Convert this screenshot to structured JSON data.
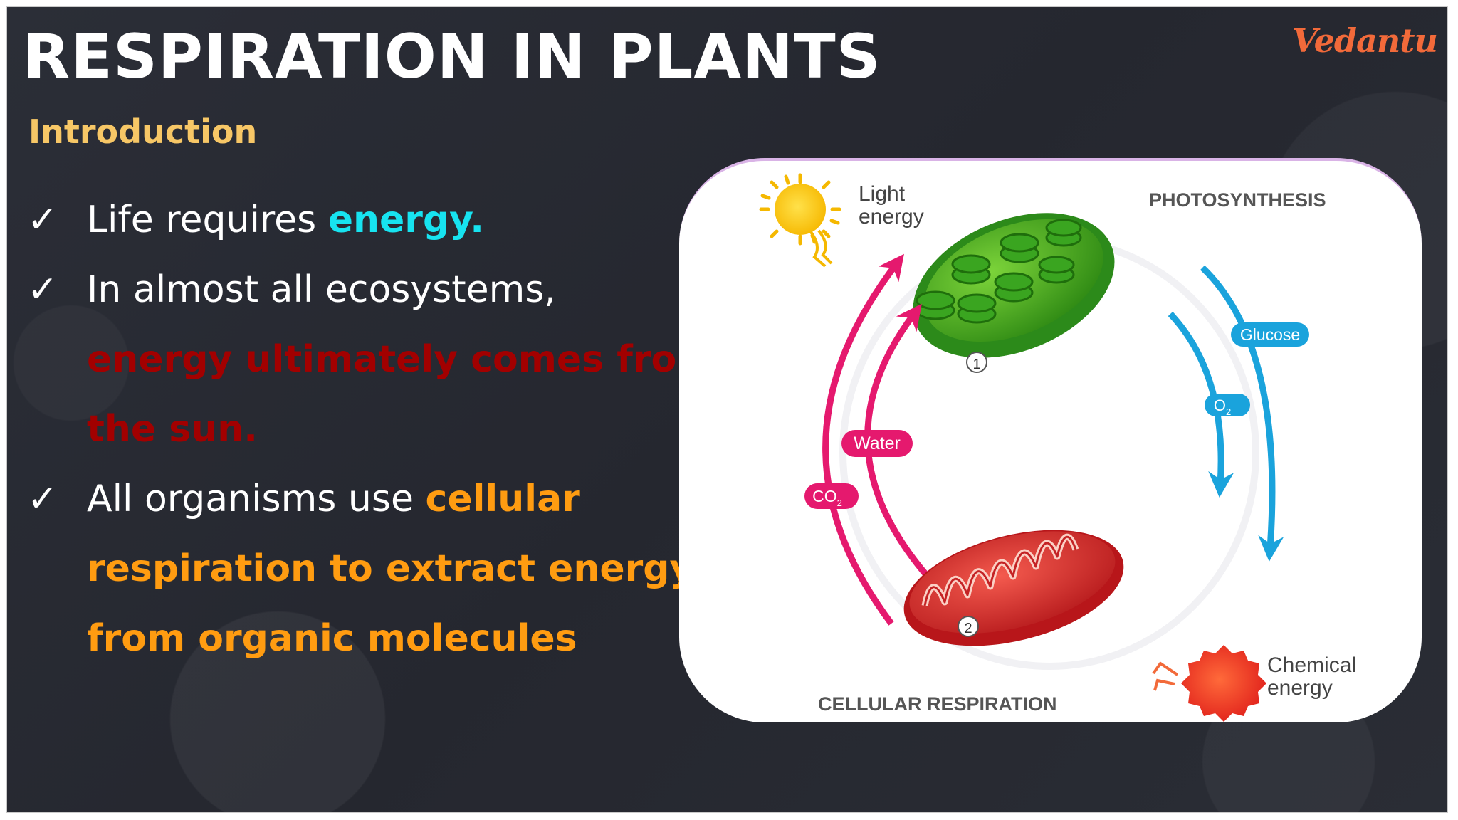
{
  "slide": {
    "title": "RESPIRATION IN PLANTS",
    "subtitle": "Introduction",
    "logo": "Vedantu",
    "check_glyph": "✓",
    "bullets": [
      {
        "text": "Life requires ",
        "highlight": "energy."
      },
      {
        "text": "In almost all ecosystems,"
      },
      {
        "highlight": "energy ultimately comes from"
      },
      {
        "highlight": "the sun."
      },
      {
        "text": "All organisms use ",
        "highlight": "cellular"
      },
      {
        "highlight": "respiration to extract energy"
      },
      {
        "highlight": "from organic molecules"
      }
    ]
  },
  "diagram": {
    "light_energy_1": "Light",
    "light_energy_2": "energy",
    "photosynthesis": "PHOTOSYNTHESIS",
    "glucose": "Glucose",
    "o2": "O",
    "o2_sub": "2",
    "water": "Water",
    "co2": "CO",
    "co2_sub": "2",
    "chemical_energy_1": "Chemical",
    "chemical_energy_2": "energy",
    "cellular_respiration": "CELLULAR RESPIRATION",
    "marker_1": "1",
    "marker_2": "2"
  },
  "colors": {
    "title": "#ffffff",
    "subtitle": "#f7c766",
    "cyan": "#17e3f0",
    "red": "#a20000",
    "orange": "#ff9c11",
    "logo": "#f26a3a",
    "magenta_arrow": "#e5196e",
    "blue_arrow": "#1aa3dc"
  }
}
